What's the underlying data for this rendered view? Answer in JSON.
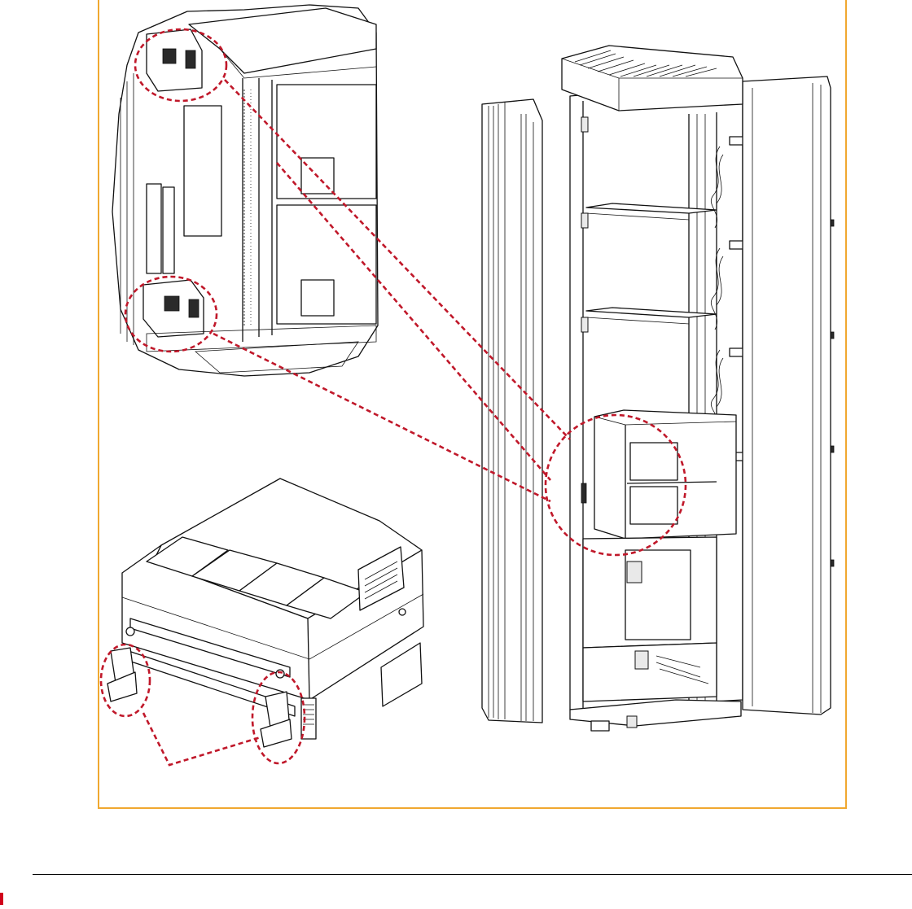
{
  "figure": {
    "frame_color": "#F0A830",
    "callout_color": "#C0182A",
    "footer_mark_color": "#D0021B",
    "views": [
      "detail-view-latch-area",
      "power-module-isometric",
      "cabinet-open-isometric"
    ]
  }
}
